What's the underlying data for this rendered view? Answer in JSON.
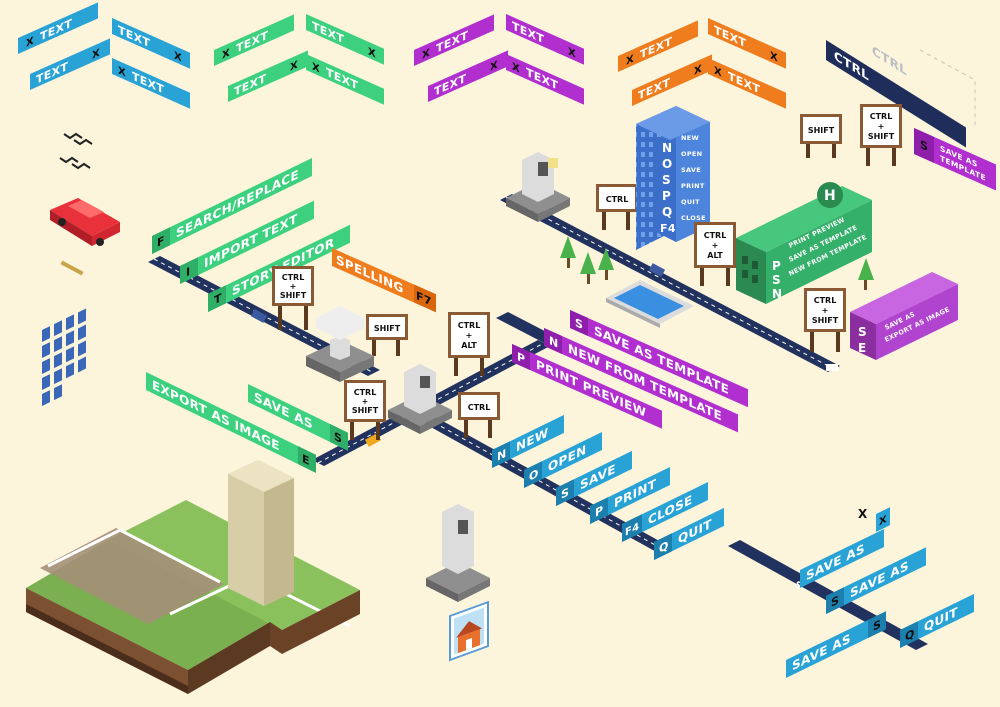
{
  "colors": {
    "background": "#fcf5dc",
    "blue": "#29a3d6",
    "green": "#3dd17f",
    "purple": "#b12fcf",
    "orange": "#ef7d1e",
    "road": "#22325e",
    "navy": "#1f2d5b",
    "building_blue": "#3b6fc9",
    "building_green": "#2f9a5c",
    "building_purple": "#9b3bb3",
    "sign_wood": "#8a5a34"
  },
  "swatches": {
    "blue": [
      "TEXT",
      "TEXT",
      "TEXT",
      "TEXT"
    ],
    "green": [
      "TEXT",
      "TEXT",
      "TEXT",
      "TEXT"
    ],
    "purple": [
      "TEXT",
      "TEXT",
      "TEXT",
      "TEXT"
    ],
    "orange": [
      "TEXT",
      "TEXT",
      "TEXT",
      "TEXT"
    ],
    "x": "X"
  },
  "ctrl_banner": {
    "label": "CTRL",
    "ghost": "CTRL"
  },
  "signs": {
    "ctrl": "CTRL",
    "shift": "SHIFT",
    "ctrl_shift_1": "CTRL",
    "ctrl_shift_2": "+",
    "ctrl_shift_3": "SHIFT",
    "ctrl_alt_1": "CTRL",
    "ctrl_alt_2": "+",
    "ctrl_alt_3": "ALT"
  },
  "menu_green": [
    {
      "key": "F",
      "label": "SEARCH/REPLACE"
    },
    {
      "key": "I",
      "label": "IMPORT TEXT"
    },
    {
      "key": "T",
      "label": "STORY EDITOR"
    }
  ],
  "menu_orange": {
    "key": "F7",
    "label": "SPELLING"
  },
  "menu_green_left": [
    {
      "key": "S",
      "label": "SAVE AS"
    },
    {
      "key": "E",
      "label": "EXPORT AS IMAGE"
    }
  ],
  "menu_purple": [
    {
      "key": "S",
      "label": "SAVE AS TEMPLATE"
    },
    {
      "key": "N",
      "label": "NEW FROM TEMPLATE"
    },
    {
      "key": "P",
      "label": "PRINT PREVIEW"
    }
  ],
  "menu_blue": [
    {
      "key": "N",
      "label": "NEW"
    },
    {
      "key": "O",
      "label": "OPEN"
    },
    {
      "key": "S",
      "label": "SAVE"
    },
    {
      "key": "P",
      "label": "PRINT"
    },
    {
      "key": "F4",
      "label": "CLOSE"
    },
    {
      "key": "Q",
      "label": "QUIT"
    }
  ],
  "right_purple_tag": {
    "key": "S",
    "label_1": "SAVE AS",
    "label_2": "TEMPLATE"
  },
  "blue_building": {
    "keys": [
      "N",
      "O",
      "S",
      "P",
      "Q",
      "F4"
    ],
    "labels": [
      "NEW",
      "OPEN",
      "SAVE",
      "PRINT",
      "QUIT",
      "CLOSE"
    ]
  },
  "green_building": {
    "heli": "H",
    "keys": [
      "P",
      "S",
      "N"
    ],
    "labels": [
      "PRINT PREVIEW",
      "SAVE AS TEMPLATE",
      "NEW FROM TEMPLATE"
    ]
  },
  "purple_building": {
    "keys": [
      "S",
      "E"
    ],
    "labels": [
      "SAVE AS",
      "EXPORT AS IMAGE"
    ]
  },
  "bottom_right": {
    "x": "X",
    "x_tag": "X",
    "road_key": "S",
    "items": [
      {
        "key": "S",
        "label": "SAVE AS"
      },
      {
        "key": "S",
        "label": "SAVE AS"
      },
      {
        "key": "S",
        "label": "SAVE AS"
      },
      {
        "key": "Q",
        "label": "QUIT"
      }
    ]
  }
}
